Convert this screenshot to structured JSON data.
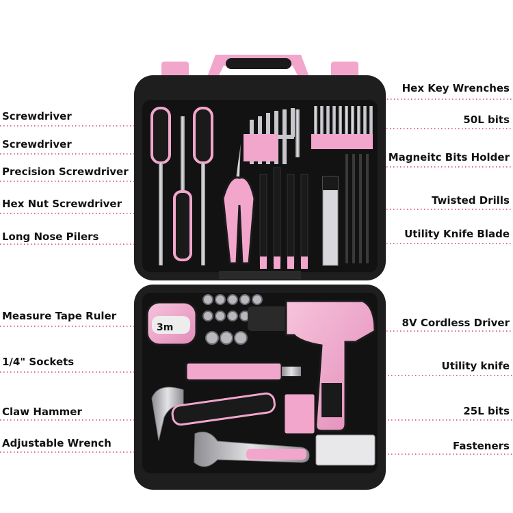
{
  "labels_left": [
    {
      "text": "Screwdriver"
    },
    {
      "text": "Screwdriver"
    },
    {
      "text": "Precision Screwdriver"
    },
    {
      "text": "Hex Nut Screwdriver"
    },
    {
      "text": "Long Nose Pilers"
    },
    {
      "text": "Measure Tape Ruler"
    },
    {
      "text": "1/4\" Sockets"
    },
    {
      "text": "Claw Hammer"
    },
    {
      "text": "Adjustable Wrench"
    }
  ],
  "labels_right": [
    {
      "text": "Hex Key Wrenches"
    },
    {
      "text": "50L bits"
    },
    {
      "text": "Magneitc Bits Holder"
    },
    {
      "text": "Twisted Drills"
    },
    {
      "text": "Utility Knife Blade"
    },
    {
      "text": "8V Cordless Driver"
    },
    {
      "text": "Utility knife"
    },
    {
      "text": "25L bits"
    },
    {
      "text": "Fasteners"
    }
  ],
  "tape_label": "3m",
  "colors": {
    "case": "#1e1e1e",
    "case_inner": "#121212",
    "pink": "#f2a6cc",
    "pink_dark": "#e07cb0",
    "leader": "#d23a78",
    "steel": "#b9b9bd"
  }
}
